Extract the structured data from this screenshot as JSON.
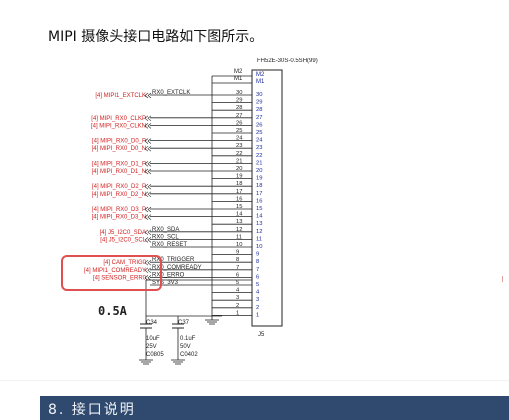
{
  "intro_text": "MIPI 摄像头接口电路如下图所示。",
  "connector": {
    "part_number": "FH52E-30S-0.5SH(99)",
    "ref": "J5",
    "mount_pins": [
      "M2",
      "M1"
    ]
  },
  "tag": "[4]",
  "pins": [
    {
      "num": "30",
      "signal": "MIPI1_EXTCLK",
      "net": "RX0_EXTCLK"
    },
    {
      "num": "29",
      "signal": "",
      "net": ""
    },
    {
      "num": "28",
      "signal": "",
      "net": ""
    },
    {
      "num": "27",
      "signal": "MIPI_RX0_CLKP",
      "net": ""
    },
    {
      "num": "26",
      "signal": "MIPI_RX0_CLKN",
      "net": ""
    },
    {
      "num": "25",
      "signal": "",
      "net": ""
    },
    {
      "num": "24",
      "signal": "MIPI_RX0_D0_P",
      "net": ""
    },
    {
      "num": "23",
      "signal": "MIPI_RX0_D0_N",
      "net": ""
    },
    {
      "num": "22",
      "signal": "",
      "net": ""
    },
    {
      "num": "21",
      "signal": "MIPI_RX0_D1_P",
      "net": ""
    },
    {
      "num": "20",
      "signal": "MIPI_RX0_D1_N",
      "net": ""
    },
    {
      "num": "19",
      "signal": "",
      "net": ""
    },
    {
      "num": "18",
      "signal": "MIPI_RX0_D2_P",
      "net": ""
    },
    {
      "num": "17",
      "signal": "MIPI_RX0_D2_N",
      "net": ""
    },
    {
      "num": "16",
      "signal": "",
      "net": ""
    },
    {
      "num": "15",
      "signal": "MIPI_RX0_D3_P",
      "net": ""
    },
    {
      "num": "14",
      "signal": "MIPI_RX0_D3_N",
      "net": ""
    },
    {
      "num": "13",
      "signal": "",
      "net": ""
    },
    {
      "num": "12",
      "signal": "J5_I2C0_SDA",
      "net": "RX0_SDA"
    },
    {
      "num": "11",
      "signal": "J5_I2C0_SCL",
      "net": "RX0_SCL"
    },
    {
      "num": "10",
      "signal": "",
      "net": "RX0_RESET"
    },
    {
      "num": "9",
      "signal": "",
      "net": ""
    },
    {
      "num": "8",
      "signal": "CAM_TRIG0",
      "net": "RX0_TRIGGER"
    },
    {
      "num": "7",
      "signal": "MIPI1_COMREADY",
      "net": "RX0_COMREADY"
    },
    {
      "num": "6",
      "signal": "SENSOR_ERR0",
      "net": "RX0_ERRO"
    },
    {
      "num": "5",
      "signal": "",
      "net": "SYS_3V3"
    },
    {
      "num": "4",
      "signal": "",
      "net": ""
    },
    {
      "num": "3",
      "signal": "",
      "net": ""
    },
    {
      "num": "2",
      "signal": "",
      "net": ""
    },
    {
      "num": "1",
      "signal": "",
      "net": ""
    }
  ],
  "current_label": "0.5A",
  "capacitors": [
    {
      "ref": "C34",
      "value": "10uF",
      "voltage": "25V",
      "package": "C0805"
    },
    {
      "ref": "C37",
      "value": "0.1uF",
      "voltage": "50V",
      "package": "C0402"
    }
  ],
  "section_title": "8. 接口说明",
  "colors": {
    "signal_label": "#d11f1f",
    "highlight_box": "#e05050",
    "wire": "#222222",
    "pin_number": "#1a2a9c",
    "section_bar": "#2f4a6e"
  }
}
